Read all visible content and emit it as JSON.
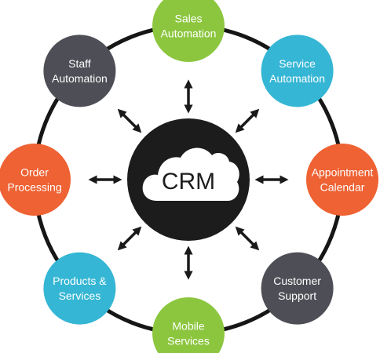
{
  "center": {
    "label": "CRM",
    "color": "#1c1c1c",
    "icon": "cloud-icon"
  },
  "ring_color": "#161616",
  "arrow_color": "#1a1a1a",
  "nodes": [
    {
      "key": "sales-automation",
      "lines": [
        "Sales",
        "Automation"
      ],
      "color": "#8cc63f"
    },
    {
      "key": "service-automation",
      "lines": [
        "Service",
        "Automation"
      ],
      "color": "#35b6d4"
    },
    {
      "key": "appointment-calendar",
      "lines": [
        "Appointment",
        "Calendar"
      ],
      "color": "#ee6233"
    },
    {
      "key": "customer-support",
      "lines": [
        "Customer",
        "Support"
      ],
      "color": "#4e4e56"
    },
    {
      "key": "mobile-services",
      "lines": [
        "Mobile",
        "Services"
      ],
      "color": "#8cc63f"
    },
    {
      "key": "products-services",
      "lines": [
        "Products &",
        "Services"
      ],
      "color": "#35b6d4"
    },
    {
      "key": "order-processing",
      "lines": [
        "Order",
        "Processing"
      ],
      "color": "#ee6233"
    },
    {
      "key": "staff-automation",
      "lines": [
        "Staff",
        "Automation"
      ],
      "color": "#4e4e56"
    }
  ]
}
